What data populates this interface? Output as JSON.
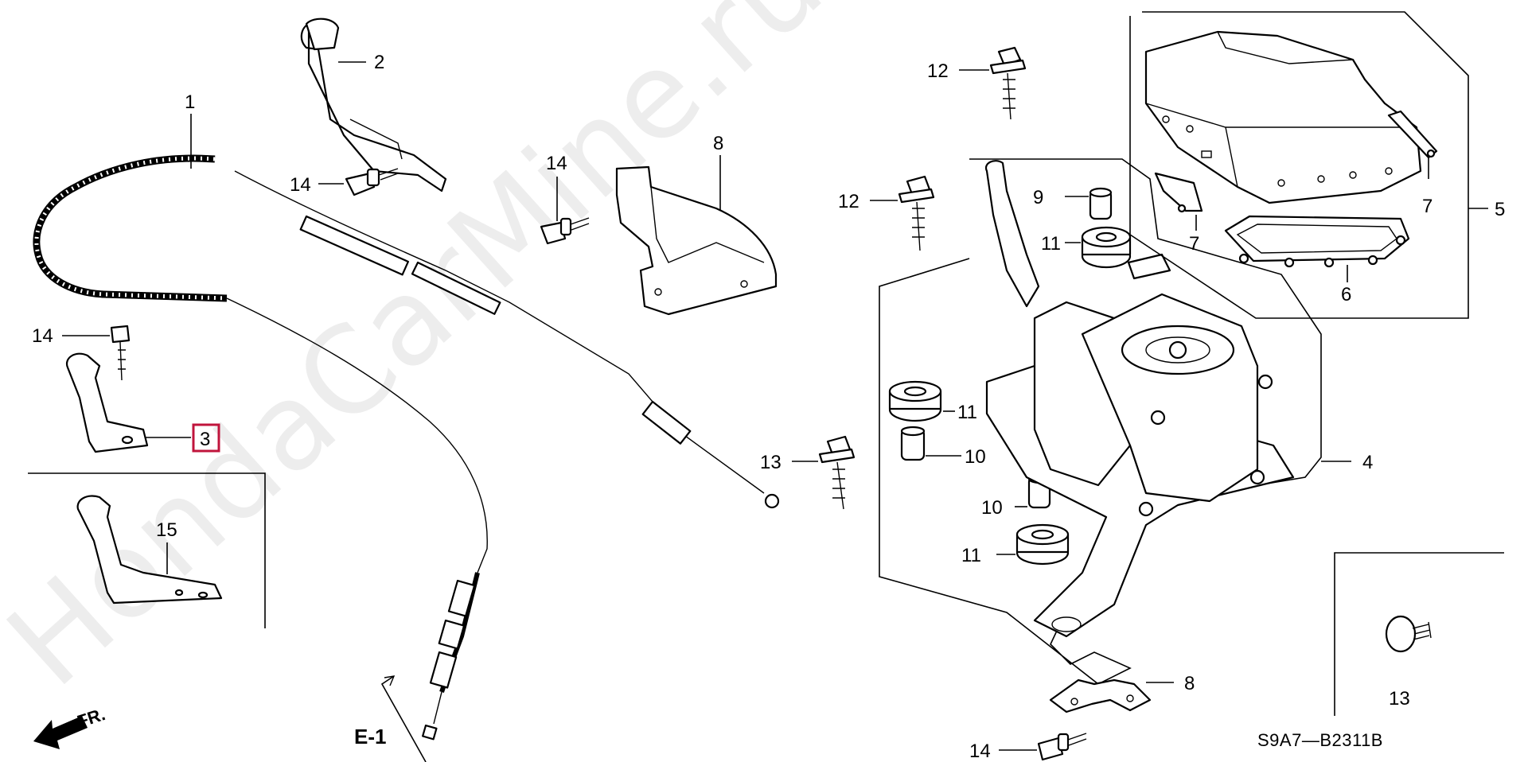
{
  "callouts": [
    {
      "id": "c1",
      "label": "1"
    },
    {
      "id": "c2",
      "label": "2"
    },
    {
      "id": "c3",
      "label": "3",
      "highlighted": true
    },
    {
      "id": "c4",
      "label": "4"
    },
    {
      "id": "c5",
      "label": "5"
    },
    {
      "id": "c6",
      "label": "6"
    },
    {
      "id": "c7a",
      "label": "7"
    },
    {
      "id": "c7b",
      "label": "7"
    },
    {
      "id": "c8",
      "label": "8"
    },
    {
      "id": "c9",
      "label": "9"
    },
    {
      "id": "c10a",
      "label": "10"
    },
    {
      "id": "c10b",
      "label": "10"
    },
    {
      "id": "c10c",
      "label": "10"
    },
    {
      "id": "c11a",
      "label": "11"
    },
    {
      "id": "c11b",
      "label": "11"
    },
    {
      "id": "c11c",
      "label": "11"
    },
    {
      "id": "c12a",
      "label": "12"
    },
    {
      "id": "c12b",
      "label": "12"
    },
    {
      "id": "c12c",
      "label": "12"
    },
    {
      "id": "c13",
      "label": "13"
    },
    {
      "id": "c14a",
      "label": "14"
    },
    {
      "id": "c14b",
      "label": "14"
    },
    {
      "id": "c14c",
      "label": "14"
    },
    {
      "id": "c14d",
      "label": "14"
    },
    {
      "id": "c15",
      "label": "15"
    }
  ],
  "direction_label": "FR.",
  "reference_label": "E-1",
  "diagram_code": "S9A7—B2311B",
  "watermark": "HondaCarMine.ru",
  "colors": {
    "highlight": "#c0143c",
    "ink": "#000000"
  }
}
